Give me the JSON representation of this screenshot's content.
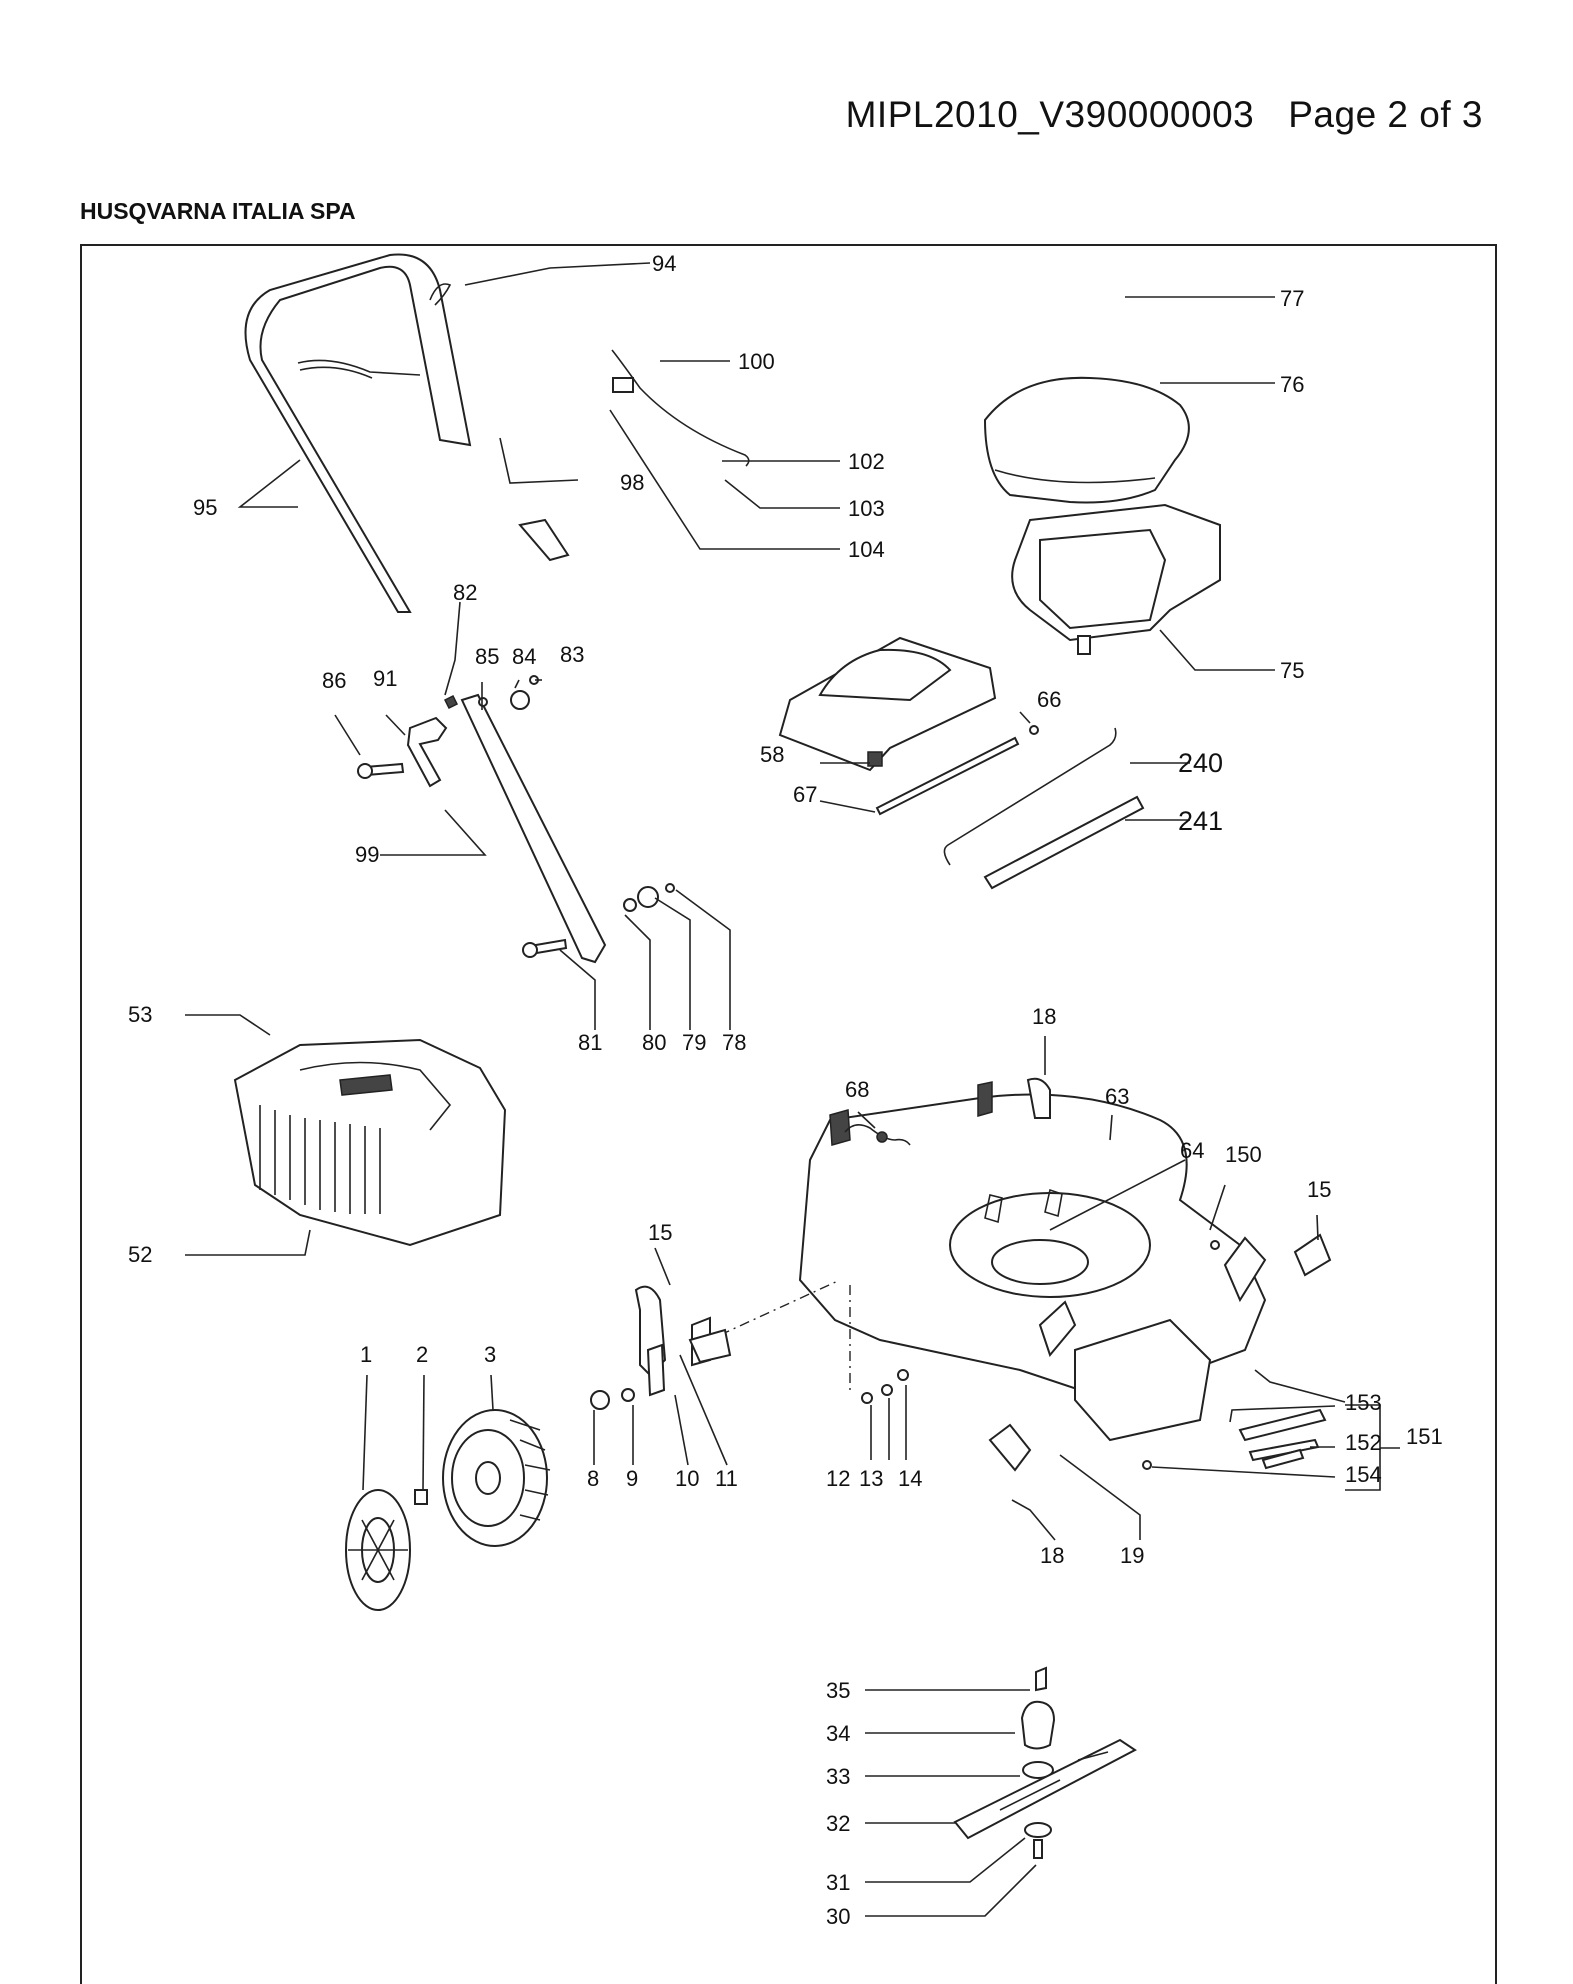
{
  "header": {
    "document_id": "MIPL2010_V390000003",
    "page_label": "Page 2 of 3",
    "company": "HUSQVARNA ITALIA SPA"
  },
  "callouts": {
    "c1": "1",
    "c2": "2",
    "c3": "3",
    "c8": "8",
    "c9": "9",
    "c10": "10",
    "c11": "11",
    "c12": "12",
    "c13": "13",
    "c14": "14",
    "c15a": "15",
    "c15b": "15",
    "c18a": "18",
    "c18b": "18",
    "c19": "19",
    "c30": "30",
    "c31": "31",
    "c32": "32",
    "c33": "33",
    "c34": "34",
    "c35": "35",
    "c52": "52",
    "c53": "53",
    "c58": "58",
    "c63": "63",
    "c64": "64",
    "c66": "66",
    "c67": "67",
    "c68": "68",
    "c75": "75",
    "c76": "76",
    "c77": "77",
    "c78": "78",
    "c79": "79",
    "c80": "80",
    "c81": "81",
    "c82": "82",
    "c83": "83",
    "c84": "84",
    "c85": "85",
    "c86": "86",
    "c91": "91",
    "c94": "94",
    "c95": "95",
    "c98": "98",
    "c99": "99",
    "c100": "100",
    "c102": "102",
    "c103": "103",
    "c104": "104",
    "c150": "150",
    "c151": "151",
    "c152": "152",
    "c153": "153",
    "c154": "154",
    "c240": "240",
    "c241": "241"
  }
}
